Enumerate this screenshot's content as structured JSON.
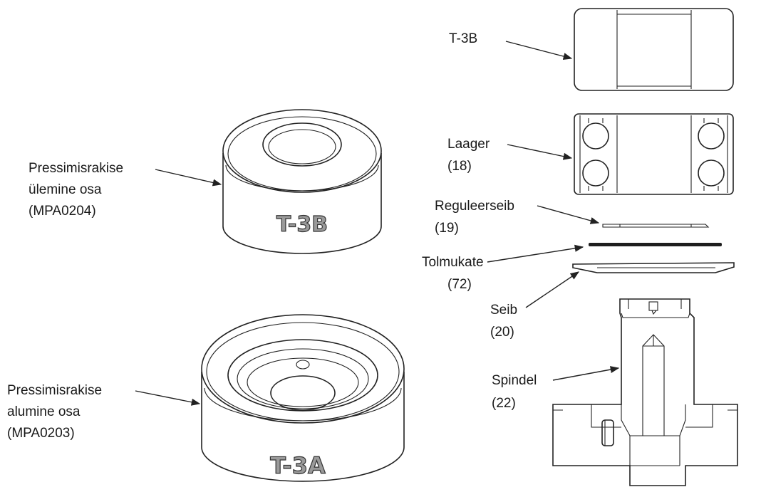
{
  "labels": {
    "upper_part_line1": "Pressimisrakise",
    "upper_part_line2": "ülemine osa",
    "upper_part_line3": "(MPA0204)",
    "lower_part_line1": "Pressimisrakise",
    "lower_part_line2": "alumine osa",
    "lower_part_line3": "(MPA0203)",
    "t3b_callout": "T-3B",
    "bearing_name": "Laager",
    "bearing_num": "(18)",
    "shim_name": "Reguleerseib",
    "shim_num": "(19)",
    "dustcap_name": "Tolmukate",
    "dustcap_num": "(72)",
    "washer_name": "Seib",
    "washer_num": "(20)",
    "spindle_name": "Spindel",
    "spindle_num": "(22)"
  },
  "stamps": {
    "upper": "T-3B",
    "lower": "T-3A"
  }
}
